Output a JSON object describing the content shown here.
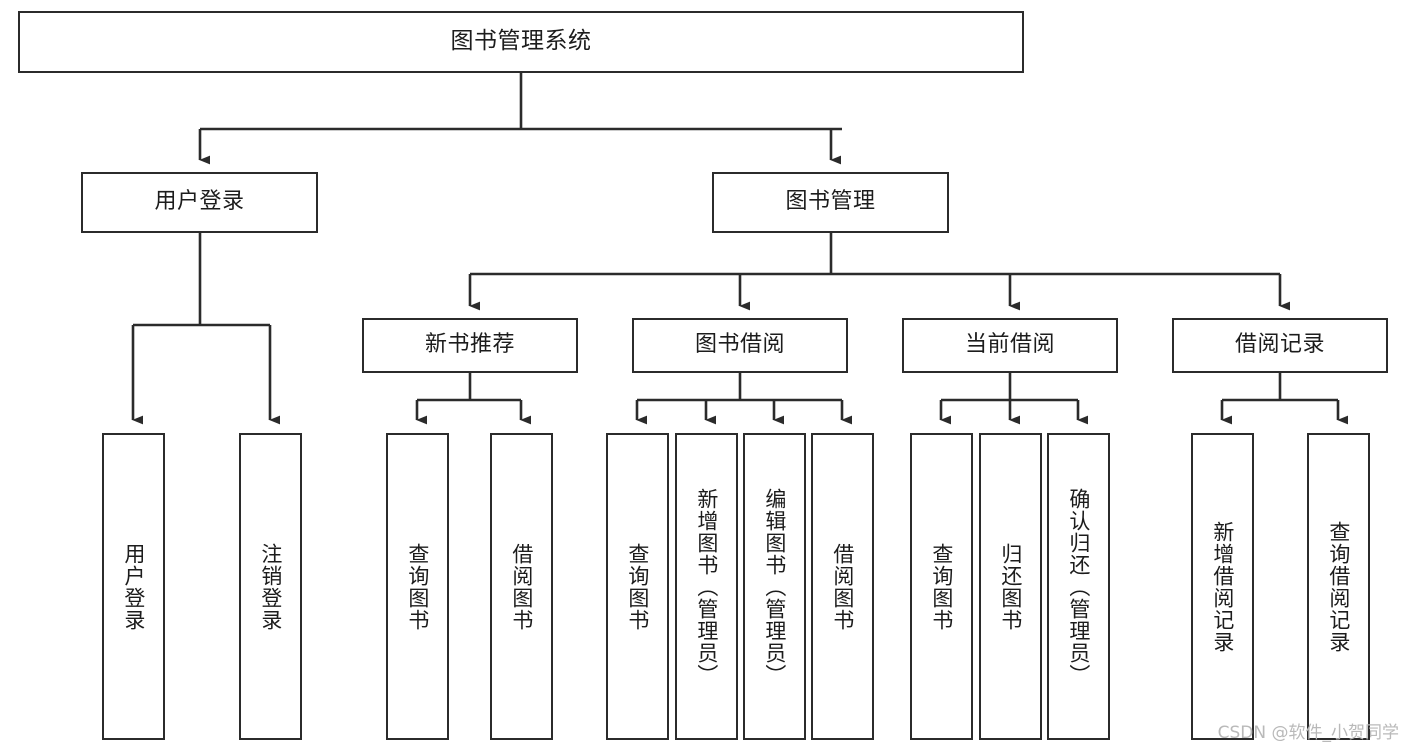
{
  "diagram": {
    "title": "图书管理系统",
    "type": "tree",
    "watermark": "CSDN @软件_小贺同学",
    "colors": {
      "box_border": "#2b2b2b",
      "box_fill": "#ffffff",
      "connector": "#2b2b2b",
      "text": "#1c1c1c",
      "watermark": "#b9b9b9"
    },
    "nodes": {
      "root": {
        "label": "图书管理系统",
        "level": 0
      },
      "user_login": {
        "label": "用户登录",
        "level": 1
      },
      "book_manage": {
        "label": "图书管理",
        "level": 1
      },
      "new_book_rec": {
        "label": "新书推荐",
        "level": 2
      },
      "book_borrow": {
        "label": "图书借阅",
        "level": 2
      },
      "current_borrow": {
        "label": "当前借阅",
        "level": 2
      },
      "borrow_record": {
        "label": "借阅记录",
        "level": 2
      },
      "leaf_user_login": {
        "label": "用户登录",
        "level": 2
      },
      "leaf_user_logout": {
        "label": "注销登录",
        "level": 2
      },
      "leaf_query_book_1": {
        "label": "查询图书",
        "level": 3
      },
      "leaf_borrow_book_1": {
        "label": "借阅图书",
        "level": 3
      },
      "leaf_query_book_2": {
        "label": "查询图书",
        "level": 3
      },
      "leaf_add_book": {
        "label": "新增图书（管理员）",
        "level": 3
      },
      "leaf_edit_book": {
        "label": "编辑图书（管理员）",
        "level": 3
      },
      "leaf_borrow_book_2": {
        "label": "借阅图书",
        "level": 3
      },
      "leaf_query_book_3": {
        "label": "查询图书",
        "level": 3
      },
      "leaf_return_book": {
        "label": "归还图书",
        "level": 3
      },
      "leaf_confirm_return": {
        "label": "确认归还（管理员）",
        "level": 3
      },
      "leaf_add_record": {
        "label": "新增借阅记录",
        "level": 3
      },
      "leaf_query_record": {
        "label": "查询借阅记录",
        "level": 3
      }
    },
    "edges": [
      {
        "from": "root",
        "to": "user_login"
      },
      {
        "from": "root",
        "to": "book_manage"
      },
      {
        "from": "user_login",
        "to": "leaf_user_login"
      },
      {
        "from": "user_login",
        "to": "leaf_user_logout"
      },
      {
        "from": "book_manage",
        "to": "new_book_rec"
      },
      {
        "from": "book_manage",
        "to": "book_borrow"
      },
      {
        "from": "book_manage",
        "to": "current_borrow"
      },
      {
        "from": "book_manage",
        "to": "borrow_record"
      },
      {
        "from": "new_book_rec",
        "to": "leaf_query_book_1"
      },
      {
        "from": "new_book_rec",
        "to": "leaf_borrow_book_1"
      },
      {
        "from": "book_borrow",
        "to": "leaf_query_book_2"
      },
      {
        "from": "book_borrow",
        "to": "leaf_add_book"
      },
      {
        "from": "book_borrow",
        "to": "leaf_edit_book"
      },
      {
        "from": "book_borrow",
        "to": "leaf_borrow_book_2"
      },
      {
        "from": "current_borrow",
        "to": "leaf_query_book_3"
      },
      {
        "from": "current_borrow",
        "to": "leaf_return_book"
      },
      {
        "from": "current_borrow",
        "to": "leaf_confirm_return"
      },
      {
        "from": "borrow_record",
        "to": "leaf_add_record"
      },
      {
        "from": "borrow_record",
        "to": "leaf_query_record"
      }
    ]
  }
}
